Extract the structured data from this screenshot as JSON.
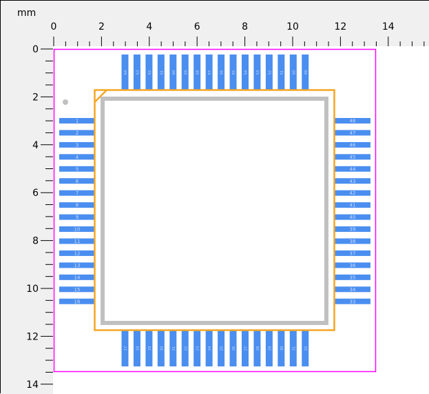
{
  "ruler": {
    "unit": "mm",
    "x_labels": [
      "0",
      "2",
      "4",
      "6",
      "8",
      "10",
      "12",
      "14"
    ],
    "y_labels": [
      "0",
      "2",
      "4",
      "6",
      "8",
      "10",
      "12",
      "14"
    ]
  },
  "footprint": {
    "pins_left": [
      "1",
      "2",
      "3",
      "4",
      "5",
      "6",
      "7",
      "8",
      "9",
      "10",
      "11",
      "12",
      "13",
      "14",
      "15",
      "16"
    ],
    "pins_bottom": [
      "17",
      "18",
      "19",
      "20",
      "21",
      "22",
      "23",
      "24",
      "25",
      "26",
      "27",
      "28",
      "29",
      "30",
      "31",
      "32"
    ],
    "pins_right": [
      "33",
      "34",
      "35",
      "36",
      "37",
      "38",
      "39",
      "40",
      "41",
      "42",
      "43",
      "44",
      "45",
      "46",
      "47",
      "48"
    ],
    "pins_top": [
      "49",
      "50",
      "51",
      "52",
      "53",
      "54",
      "55",
      "56",
      "57",
      "58",
      "59",
      "60",
      "61",
      "62",
      "63",
      "64"
    ]
  },
  "colors": {
    "pad": "#4a8ef0",
    "body": "#f5a623",
    "courtyard": "#ff00ff",
    "silk": "#c0c0c0",
    "pad_label": "#c8dcff"
  }
}
